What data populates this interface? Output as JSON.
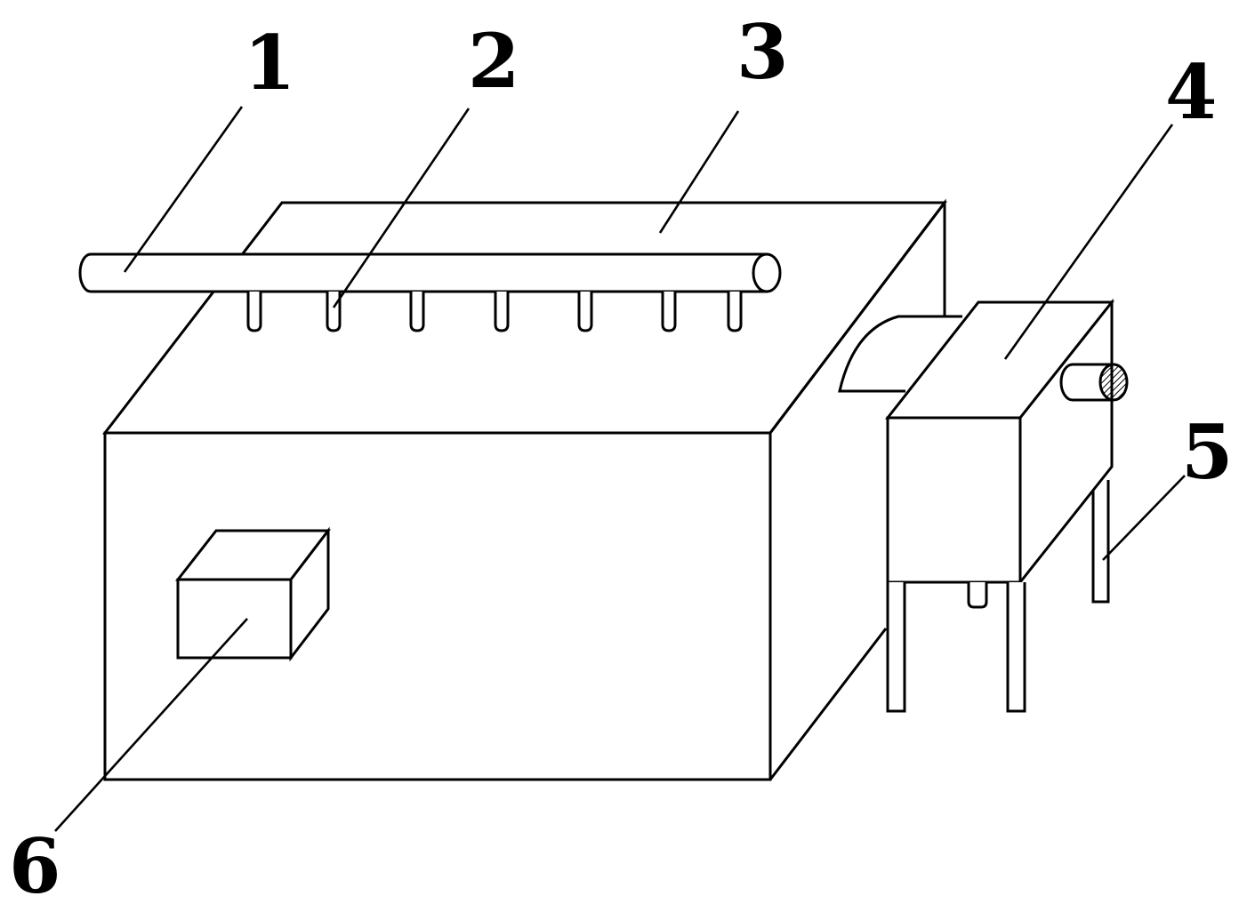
{
  "figure": {
    "labels": [
      {
        "id": "1",
        "text": "1"
      },
      {
        "id": "2",
        "text": "2"
      },
      {
        "id": "3",
        "text": "3"
      },
      {
        "id": "4",
        "text": "4"
      },
      {
        "id": "5",
        "text": "5"
      },
      {
        "id": "6",
        "text": "6"
      }
    ]
  },
  "style": {
    "line_color": "#000000",
    "background": "#ffffff"
  }
}
